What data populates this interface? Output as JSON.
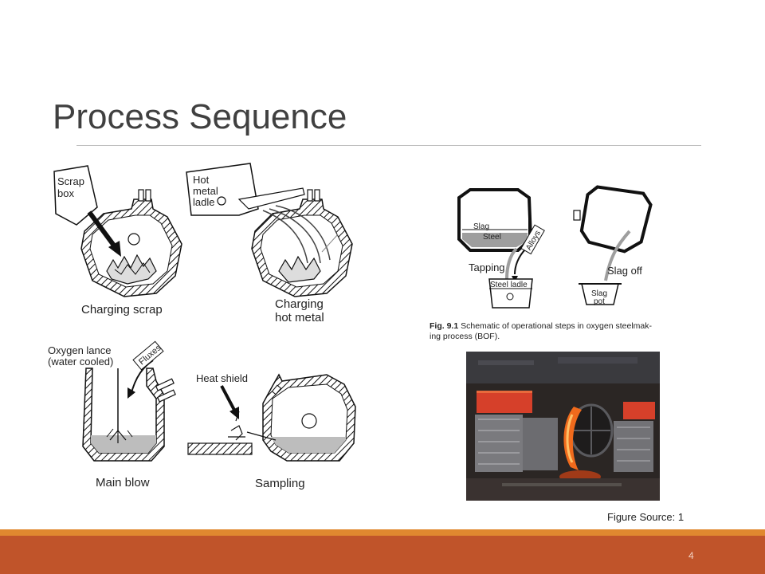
{
  "slide": {
    "title": "Process Sequence",
    "page_number": "4",
    "source_text": "Figure Source: 1",
    "colors": {
      "accent_band": "#c0542a",
      "accent_band_top": "#e0882f",
      "title": "#404040"
    }
  },
  "left_diagram": {
    "charging_scrap": {
      "caption": "Charging scrap",
      "scrap_box_line1": "Scrap",
      "scrap_box_line2": "box"
    },
    "charging_hot_metal": {
      "caption_line1": "Charging",
      "caption_line2": "hot metal",
      "ladle_line1": "Hot",
      "ladle_line2": "metal",
      "ladle_line3": "ladle"
    },
    "main_blow": {
      "caption": "Main blow",
      "lance_line1": "Oxygen lance",
      "lance_line2": "(water cooled)",
      "fluxes": "Fluxes"
    },
    "sampling": {
      "caption": "Sampling",
      "heat_shield": "Heat shield"
    }
  },
  "right_diagram": {
    "slag": "Slag",
    "steel": "Steel",
    "alloys": "Alloys",
    "tapping": "Tapping",
    "steel_ladle": "Steel ladle",
    "slag_off": "Slag off",
    "slag_pot_line1": "Slag",
    "slag_pot_line2": "pot",
    "fig_caption_bold": "Fig. 9.1",
    "fig_caption_line1": " Schematic of operational steps in oxygen steelmak-",
    "fig_caption_line2": "ing process (BOF)."
  }
}
